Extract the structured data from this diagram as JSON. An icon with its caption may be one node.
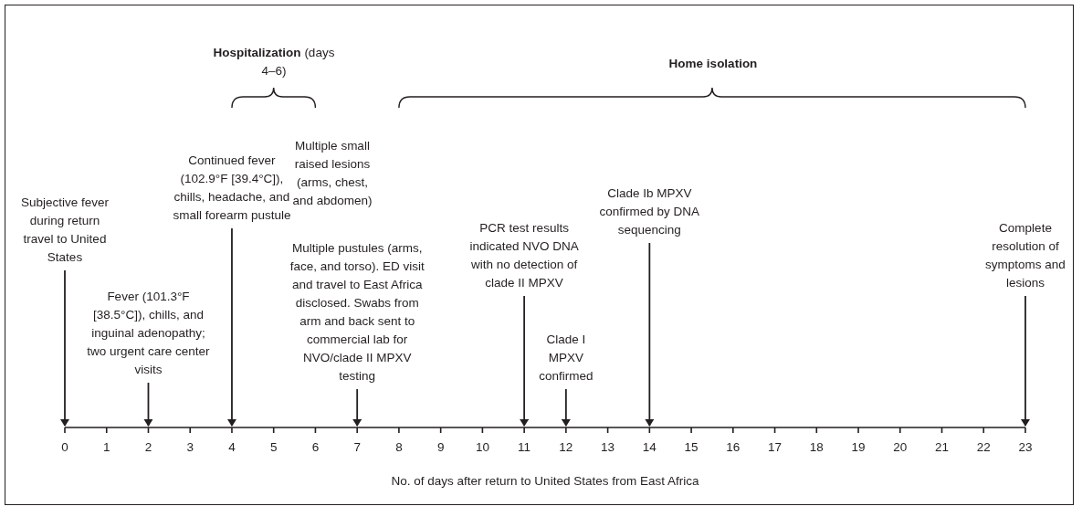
{
  "diagram": {
    "nodes": [
      {
        "text": [
          "Subjective fever during return travel to United States"
        ]
      },
      {
        "text": [
          "Fever (101.3°F [38.5°C]), chills, and inguinal adenopathy; two urgent care center visits"
        ]
      },
      {
        "text": [
          "Continued fever (102.9°F [39.4°C]), chills, headache, and small forearm pustule"
        ]
      },
      {
        "text": [
          "Multiple pustules (arms, face, and torso). ED visit and travel to East Africa disclosed. Swabs from arm and back sent to commercial lab for NVO/clade II MPXV testing"
        ]
      },
      {
        "text": [
          "PCR test results indicated NVO DNA with no detection of clade II MPXV"
        ]
      },
      {
        "text": [
          "Clade I MPXV confirmed"
        ]
      },
      {
        "text": [
          "Clade Ib MPXV confirmed by DNA sequencing"
        ]
      },
      {
        "text": [
          "Complete resolution of symptoms and lesions"
        ]
      },
      {
        "text": [
          "0"
        ]
      },
      {
        "text": [
          "1"
        ]
      },
      {
        "text": [
          "2"
        ]
      },
      {
        "text": [
          "3"
        ]
      },
      {
        "text": [
          "4"
        ]
      },
      {
        "text": [
          "5"
        ]
      },
      {
        "text": [
          "6"
        ]
      },
      {
        "text": [
          "7"
        ]
      },
      {
        "text": [
          "8"
        ]
      },
      {
        "text": [
          "9"
        ]
      },
      {
        "text": [
          "10"
        ]
      },
      {
        "text": [
          "11"
        ]
      },
      {
        "text": [
          "12"
        ]
      },
      {
        "text": [
          "13"
        ]
      },
      {
        "text": [
          "14"
        ]
      },
      {
        "text": [
          "15"
        ]
      },
      {
        "text": [
          "16"
        ]
      },
      {
        "text": [
          "17"
        ]
      },
      {
        "text": [
          "18"
        ]
      },
      {
        "text": [
          "19"
        ]
      },
      {
        "text": [
          "20"
        ]
      },
      {
        "text": [
          "21"
        ]
      },
      {
        "text": [
          "22"
        ]
      },
      {
        "text": [
          "23"
        ]
      }
    ],
    "edges": [
      {
        "from": 0,
        "to": 8,
        "arrow": "to"
      },
      {
        "from": 1,
        "to": 10,
        "arrow": "to"
      },
      {
        "from": 2,
        "to": 12,
        "arrow": "to"
      },
      {
        "from": 3,
        "to": 15,
        "arrow": "to"
      },
      {
        "from": 4,
        "to": 19,
        "arrow": "to"
      },
      {
        "from": 5,
        "to": 20,
        "arrow": "to"
      },
      {
        "from": 6,
        "to": 22,
        "arrow": "to"
      },
      {
        "from": 7,
        "to": 31,
        "arrow": "to"
      }
    ],
    "labels": [
      "**Hospitalization** (days 4–6)",
      "Home isolation",
      "Multiple small raised lesions (arms, chest, and abdomen)",
      "No. of days after return to United States from East Africa"
    ]
  }
}
